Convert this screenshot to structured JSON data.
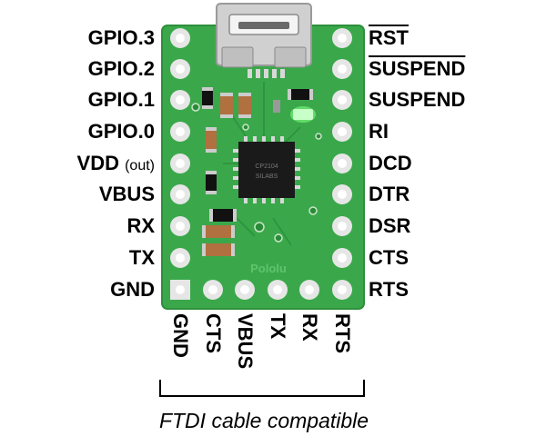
{
  "left_pins": [
    {
      "label": "GPIO.3",
      "note": ""
    },
    {
      "label": "GPIO.2",
      "note": ""
    },
    {
      "label": "GPIO.1",
      "note": ""
    },
    {
      "label": "GPIO.0",
      "note": ""
    },
    {
      "label": "VDD",
      "note": "(out)"
    },
    {
      "label": "VBUS",
      "note": ""
    },
    {
      "label": "RX",
      "note": ""
    },
    {
      "label": "TX",
      "note": ""
    },
    {
      "label": "GND",
      "note": ""
    }
  ],
  "right_pins": [
    {
      "label": "RST",
      "overline": true
    },
    {
      "label": "SUSPEND",
      "overline": true
    },
    {
      "label": "SUSPEND",
      "overline": false
    },
    {
      "label": "RI",
      "overline": false
    },
    {
      "label": "DCD",
      "overline": false
    },
    {
      "label": "DTR",
      "overline": false
    },
    {
      "label": "DSR",
      "overline": false
    },
    {
      "label": "CTS",
      "overline": false
    },
    {
      "label": "RTS",
      "overline": false
    }
  ],
  "bottom_pins": [
    "GND",
    "CTS",
    "VBUS",
    "TX",
    "RX",
    "RTS"
  ],
  "chip_text": [
    "CP2104",
    "SILABS"
  ],
  "board_text": "Pololu",
  "caption": "FTDI cable compatible",
  "colors": {
    "pcb": "#3aa84a",
    "pcb_edge": "#2e8f3c",
    "pad": "#e6e6e6",
    "chip": "#1a1a1a",
    "led": "#7dff7d",
    "connector": "#c8c8c8"
  }
}
